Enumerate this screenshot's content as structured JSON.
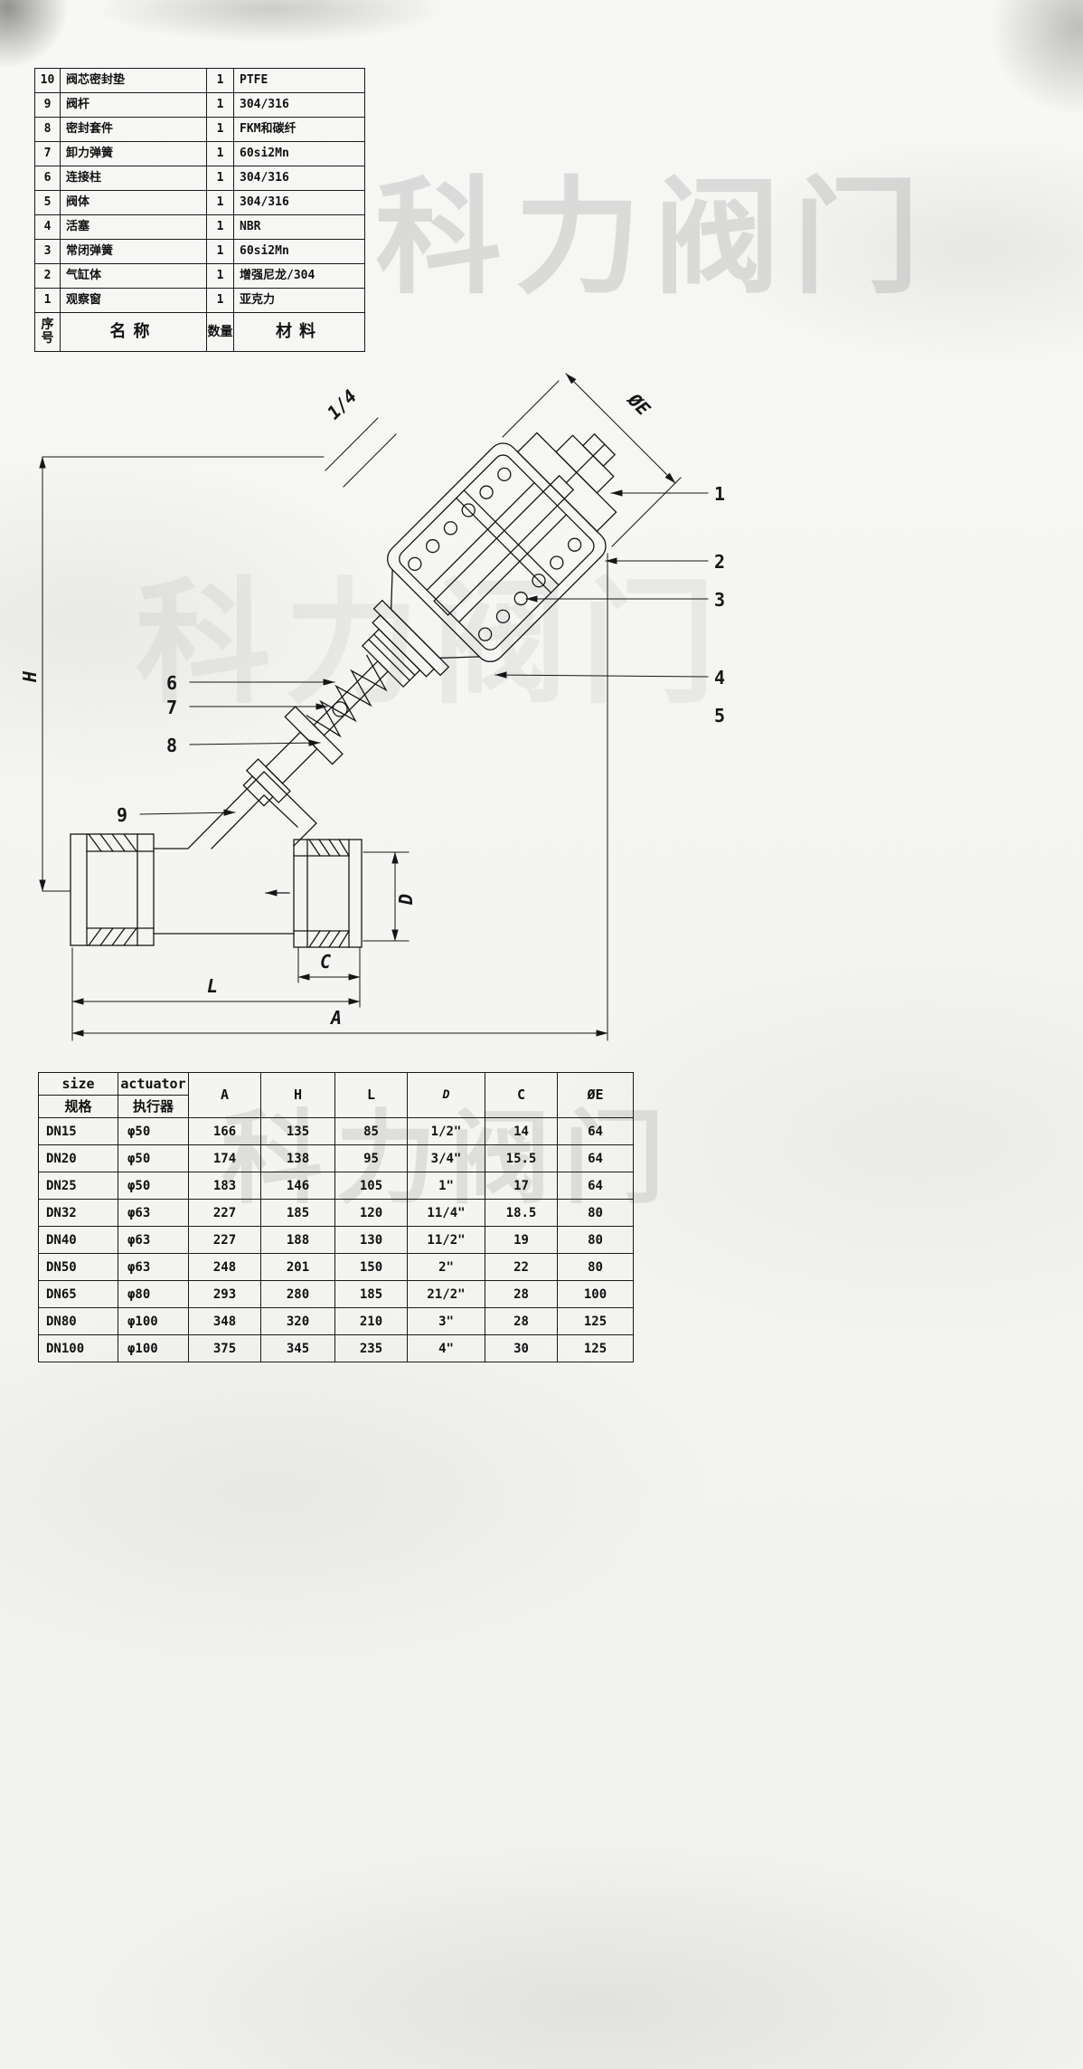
{
  "watermark": {
    "text": "科力阀门"
  },
  "bom_table": {
    "headers": {
      "no": "序号",
      "name": "名称",
      "qty": "数量",
      "material": "材料"
    },
    "rows": [
      {
        "no": "10",
        "name": "阀芯密封垫",
        "qty": "1",
        "material": "PTFE"
      },
      {
        "no": "9",
        "name": "阀杆",
        "qty": "1",
        "material": "304/316"
      },
      {
        "no": "8",
        "name": "密封套件",
        "qty": "1",
        "material": "FKM和碳纤"
      },
      {
        "no": "7",
        "name": "卸力弹簧",
        "qty": "1",
        "material": "60si2Mn"
      },
      {
        "no": "6",
        "name": "连接柱",
        "qty": "1",
        "material": "304/316"
      },
      {
        "no": "5",
        "name": "阀体",
        "qty": "1",
        "material": "304/316"
      },
      {
        "no": "4",
        "name": "活塞",
        "qty": "1",
        "material": "NBR"
      },
      {
        "no": "3",
        "name": "常闭弹簧",
        "qty": "1",
        "material": "60si2Mn"
      },
      {
        "no": "2",
        "name": "气缸体",
        "qty": "1",
        "material": "增强尼龙/304"
      },
      {
        "no": "1",
        "name": "观察窗",
        "qty": "1",
        "material": "亚克力"
      }
    ]
  },
  "drawing": {
    "labels": {
      "top_port": "1/4",
      "dim_e": "ØE",
      "dim_h": "H",
      "dim_d": "D",
      "dim_c": "C",
      "dim_l": "L",
      "dim_a": "A"
    },
    "callouts": [
      "1",
      "2",
      "3",
      "4",
      "5",
      "6",
      "7",
      "8",
      "9"
    ]
  },
  "spec_table": {
    "header": {
      "size_en": "size",
      "size_zh": "规格",
      "actuator_en": "actuator",
      "actuator_zh": "执行器",
      "cols": [
        "A",
        "H",
        "L",
        "D",
        "C",
        "ØE"
      ]
    },
    "rows": [
      [
        "DN15",
        "φ50",
        "166",
        "135",
        "85",
        "1/2\"",
        "14",
        "64"
      ],
      [
        "DN20",
        "φ50",
        "174",
        "138",
        "95",
        "3/4\"",
        "15.5",
        "64"
      ],
      [
        "DN25",
        "φ50",
        "183",
        "146",
        "105",
        "1\"",
        "17",
        "64"
      ],
      [
        "DN32",
        "φ63",
        "227",
        "185",
        "120",
        "11/4\"",
        "18.5",
        "80"
      ],
      [
        "DN40",
        "φ63",
        "227",
        "188",
        "130",
        "11/2\"",
        "19",
        "80"
      ],
      [
        "DN50",
        "φ63",
        "248",
        "201",
        "150",
        "2\"",
        "22",
        "80"
      ],
      [
        "DN65",
        "φ80",
        "293",
        "280",
        "185",
        "21/2\"",
        "28",
        "100"
      ],
      [
        "DN80",
        "φ100",
        "348",
        "320",
        "210",
        "3\"",
        "28",
        "125"
      ],
      [
        "DN100",
        "φ100",
        "375",
        "345",
        "235",
        "4\"",
        "30",
        "125"
      ]
    ]
  }
}
